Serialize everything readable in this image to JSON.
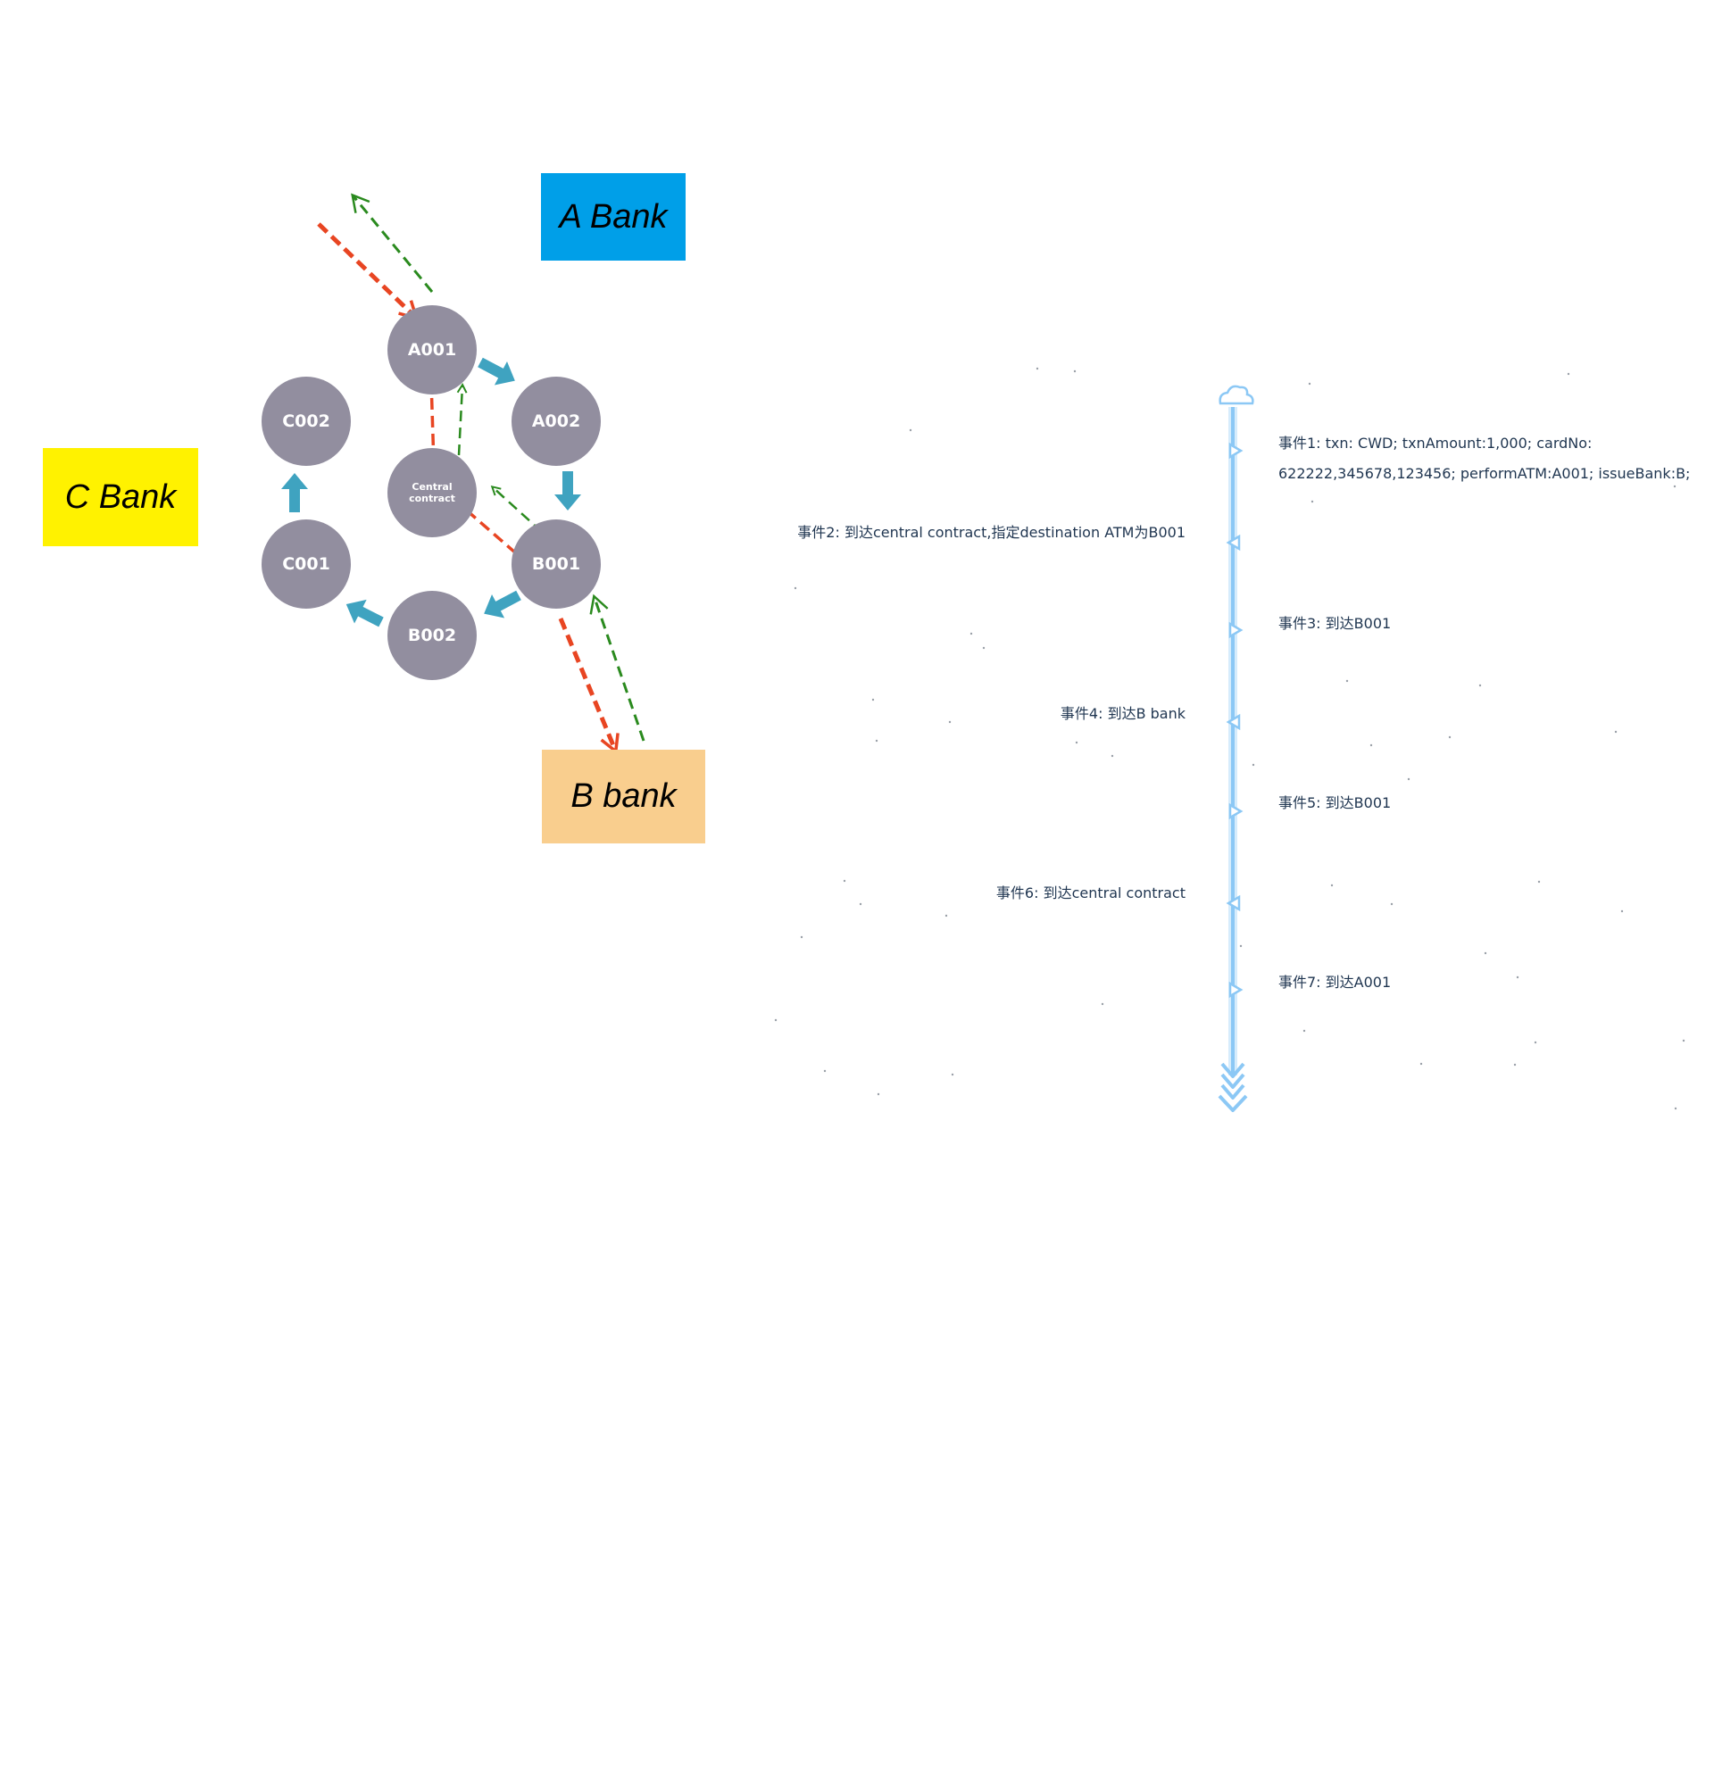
{
  "banks": {
    "a": {
      "label": "A Bank",
      "color": "#009fe8"
    },
    "b": {
      "label": "B bank",
      "color": "#f9ce8e"
    },
    "c": {
      "label": "C Bank",
      "color": "#fff200"
    }
  },
  "nodes": {
    "a001": "A001",
    "a002": "A002",
    "b001": "B001",
    "b002": "B002",
    "c001": "C001",
    "c002": "C002",
    "central": "Central contract"
  },
  "timeline": {
    "events": [
      {
        "label": "事件1: txn: CWD; txnAmount:1,000; cardNo:",
        "label2": "622222,345678,123456; performATM:A001; issueBank:B;"
      },
      {
        "label": "事件2:   到达central contract,指定destination ATM为B001"
      },
      {
        "label": "事件3: 到达B001"
      },
      {
        "label": "事件4: 到达B bank"
      },
      {
        "label": "事件5: 到达B001"
      },
      {
        "label": "事件6: 到达central contract"
      },
      {
        "label": "事件7: 到达A001"
      }
    ]
  },
  "colors": {
    "node_fill": "#928e9f",
    "ring_arrow": "#3fa3c0",
    "request_arrow": "#e84522",
    "response_arrow": "#2a8a1e",
    "timeline": "#8cc8f5",
    "event_text": "#1f3550"
  },
  "icons": {
    "top": "cloud-icon",
    "bottom": "triple-chevron-down-icon"
  }
}
